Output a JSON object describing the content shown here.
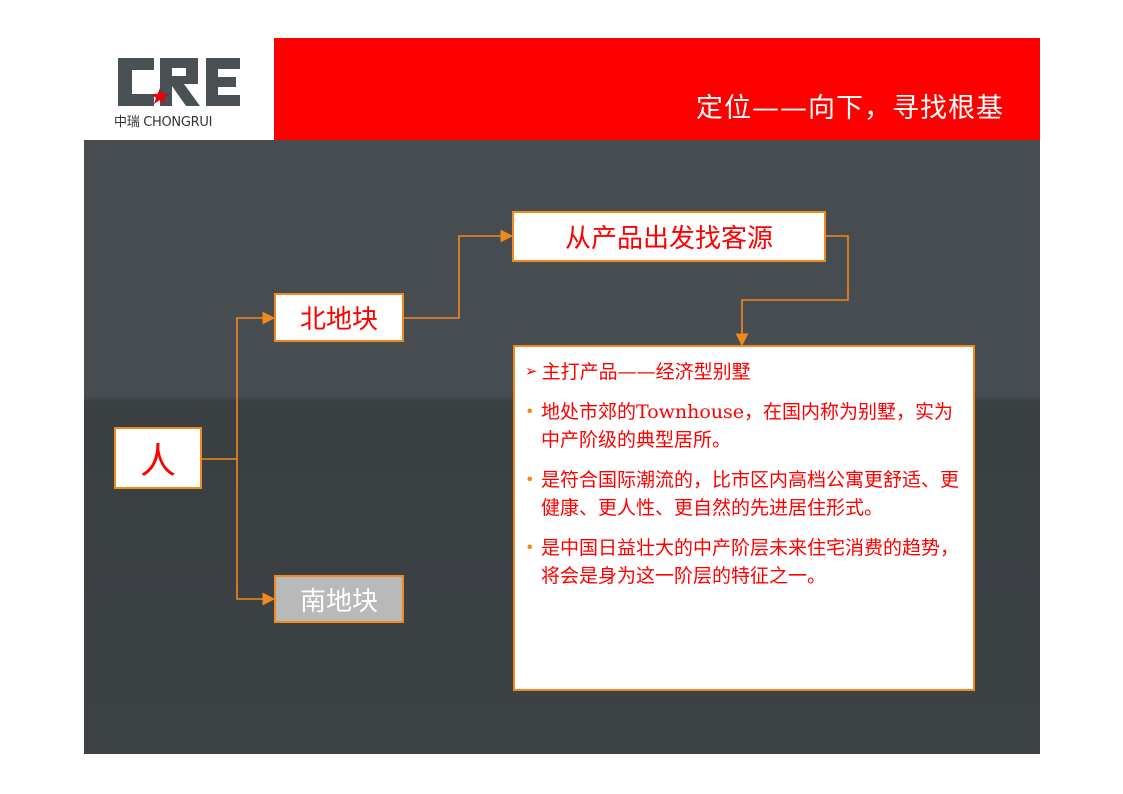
{
  "header": {
    "logo_text": "中瑞 CHONGRUI",
    "title": "定位——向下，寻找根基",
    "accent_color": "#ff0000"
  },
  "diagram": {
    "root": "人",
    "north": "北地块",
    "south": "南地块",
    "product_source": "从产品出发找客源",
    "info": {
      "heading": "主打产品——经济型别墅",
      "bullets": [
        "地处市郊的Townhouse，在国内称为别墅，实为中产阶级的典型居所。",
        "是符合国际潮流的，比市区内高档公寓更舒适、更健康、更人性、更自然的先进居住形式。",
        "是中国日益壮大的中产阶层未来住宅消费的趋势，将会是身为这一阶层的特征之一。"
      ]
    },
    "line_color": "#f08a1c"
  }
}
